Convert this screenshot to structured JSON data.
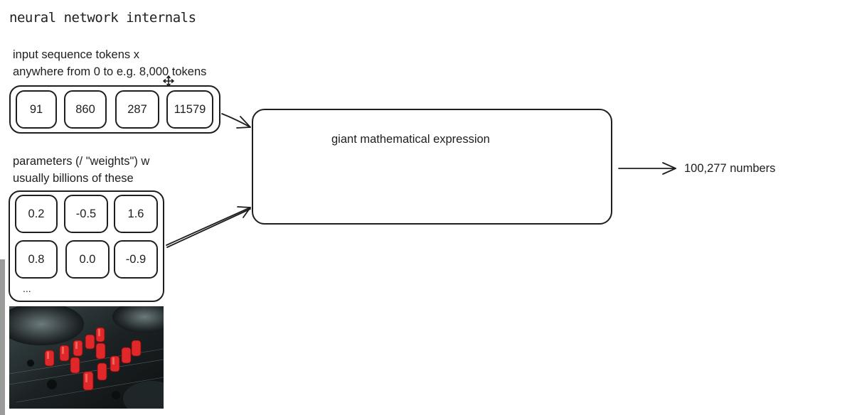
{
  "title": "neural network internals",
  "input": {
    "label_line1": "input sequence tokens x",
    "label_line2": "anywhere from 0 to e.g. 8,000 tokens",
    "tokens": [
      "91",
      "860",
      "287",
      "11579"
    ]
  },
  "params": {
    "label_line1": "parameters (/ \"weights\") w",
    "label_line2": "usually billions of these",
    "row1": [
      "0.2",
      "-0.5",
      "1.6"
    ],
    "row2": [
      "0.8",
      "0.0",
      "-0.9"
    ],
    "ellipsis": "..."
  },
  "expression": {
    "label": "giant mathematical expression"
  },
  "output": {
    "label": "100,277 numbers"
  },
  "colors": {
    "stroke": "#1e1e1e",
    "background": "#ffffff",
    "knob": "#e0282a"
  },
  "icons": [
    "move-cursor-icon",
    "mixer-photo"
  ]
}
